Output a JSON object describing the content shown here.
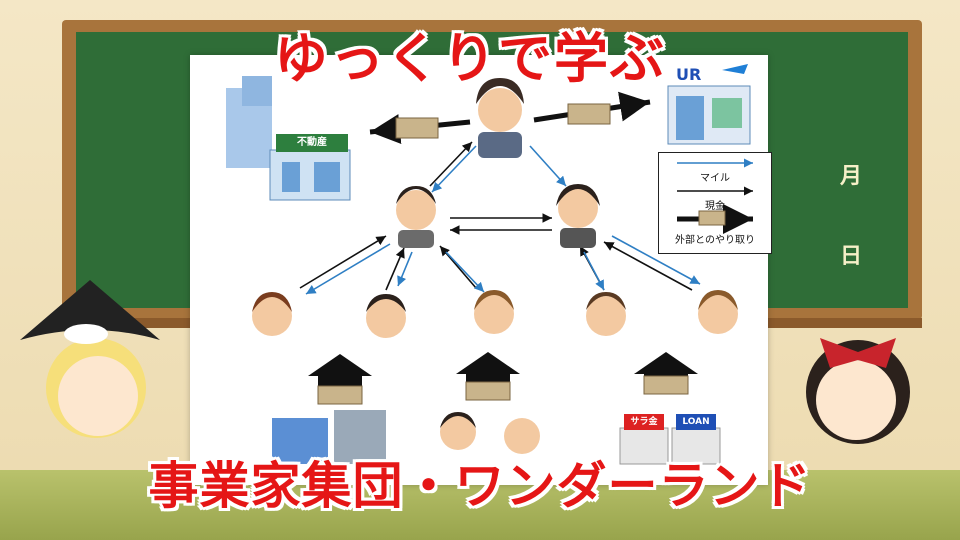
{
  "title": "ゆっくりで学ぶ",
  "subtitle": "事業家集団・ワンダーランド",
  "board": {
    "month_char": "月",
    "day_char": "日"
  },
  "legend": {
    "mile": "マイル",
    "cash": "現金",
    "external": "外部とのやり取り"
  },
  "signs": {
    "real_estate": "不動産",
    "travel": "UR",
    "loan_sara": "サラ金",
    "loan_en": "LOAN"
  },
  "colors": {
    "title_red": "#e51616",
    "mile_blue": "#2f7fc4",
    "board_green": "#2f6d37"
  }
}
